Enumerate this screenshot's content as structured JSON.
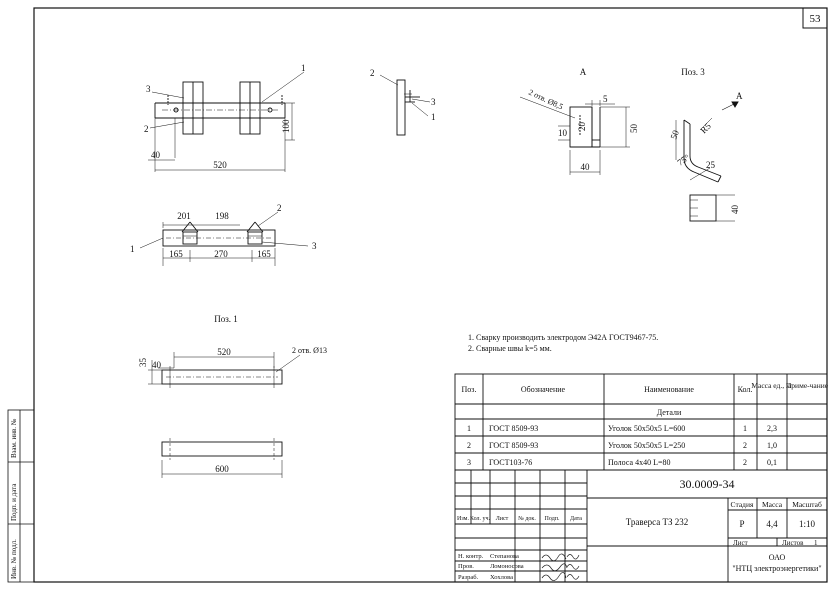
{
  "sheet": {
    "page_number": "53"
  },
  "side_stamps": [
    "Инв. № подл.",
    "Подп. и дата",
    "Взам. инв. №"
  ],
  "views": {
    "assembly_front": {
      "callouts": [
        "3",
        "1",
        "2"
      ],
      "dims": {
        "offset": "40",
        "length": "520",
        "height": "100"
      }
    },
    "side": {
      "callouts": [
        "2",
        "3",
        "1"
      ]
    },
    "plan": {
      "callouts": [
        "1",
        "2",
        "3"
      ],
      "dims": {
        "a": "201",
        "b": "198",
        "c": "165",
        "d": "270",
        "e": "165"
      }
    },
    "section_a": {
      "label": "A",
      "hole_note": "2 отв. Ø8,5",
      "dims": {
        "d5": "5",
        "d20": "20",
        "d10": "10",
        "d50": "50",
        "d40": "40"
      }
    },
    "pos3": {
      "title": "Поз. 3",
      "arrow_label": "A",
      "dims": {
        "d50": "50",
        "r5": "R5",
        "ang": "75°",
        "d25": "25",
        "d40": "40"
      }
    },
    "pos1": {
      "title": "Поз. 1",
      "dims": {
        "d35": "35",
        "d40": "40",
        "d520": "520"
      },
      "hole_note": "2 отв. Ø13",
      "bottom_dim": "600"
    }
  },
  "notes": [
    "1. Сварку производить электродом Э42А ГОСТ9467-75.",
    "2. Сварные швы k=5 мм."
  ],
  "spec_table": {
    "headers": [
      "Поз.",
      "Обозначение",
      "Наименование",
      "Кол.",
      "Масса ед., кг",
      "Приме-чание"
    ],
    "section": "Детали",
    "rows": [
      {
        "pos": "1",
        "doc": "ГОСТ 8509-93",
        "name": "Уголок 50x50x5 L=600",
        "qty": "1",
        "mass": "2,3"
      },
      {
        "pos": "2",
        "doc": "ГОСТ 8509-93",
        "name": "Уголок 50x50x5 L=250",
        "qty": "2",
        "mass": "1,0"
      },
      {
        "pos": "3",
        "doc": "ГОСТ103-76",
        "name": "Полоса 4x40 L=80",
        "qty": "2",
        "mass": "0,1"
      }
    ]
  },
  "title_block": {
    "doc_number": "30.0009-34",
    "title": "Траверса ТЗ 232",
    "rev_headers": [
      "Изм.",
      "Кол. уч.",
      "Лист",
      "№ док.",
      "Подп.",
      "Дата"
    ],
    "stage_headers": [
      "Стадия",
      "Масса",
      "Масштаб"
    ],
    "stage": "Р",
    "mass": "4,4",
    "scale": "1:10",
    "sheet_label": "Лист",
    "sheets_label": "Листов",
    "sheets_count": "1",
    "company_line1": "ОАО",
    "company_line2": "\"НТЦ электроэнергетики\"",
    "people": [
      {
        "role": "Н. контр.",
        "name": "Степанова"
      },
      {
        "role": "Пров.",
        "name": "Ломоносова"
      },
      {
        "role": "Разраб.",
        "name": "Хохлова"
      }
    ]
  }
}
